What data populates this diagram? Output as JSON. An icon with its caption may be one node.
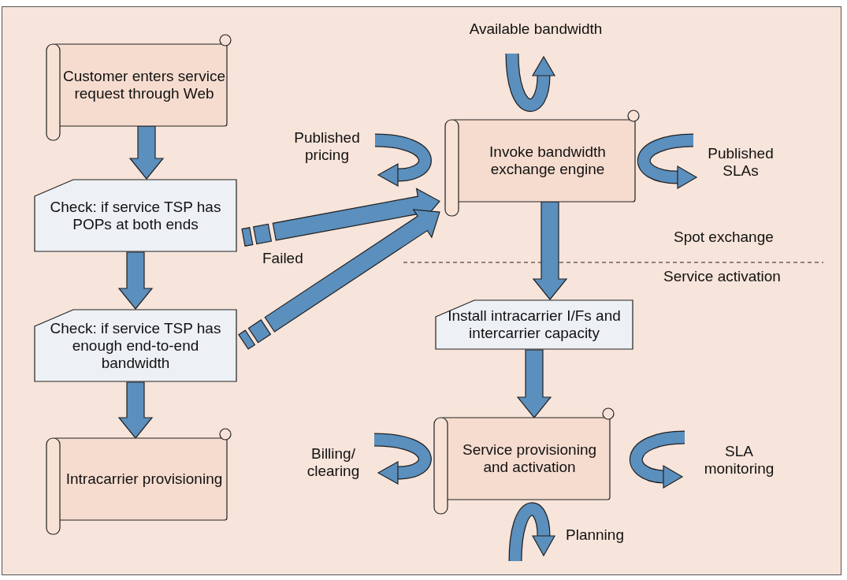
{
  "diagram": {
    "nodes": [
      {
        "text": [
          "Customer enters service request through Web"
        ]
      },
      {
        "text": [
          "Check: if service TSP has POPs at both ends"
        ]
      },
      {
        "text": [
          "Check: if service TSP has enough end-to-end bandwidth"
        ]
      },
      {
        "text": [
          "Intracarrier provisioning"
        ]
      },
      {
        "text": [
          "Invoke bandwidth exchange engine"
        ]
      },
      {
        "text": [
          "Install intracarrier I/Fs and intercarrier capacity"
        ]
      },
      {
        "text": [
          "Service provisioning and activation"
        ]
      }
    ],
    "edges": [
      {
        "from": 0,
        "to": 1,
        "arrow": "to"
      },
      {
        "from": 1,
        "to": 2,
        "arrow": "to"
      },
      {
        "from": 2,
        "to": 3,
        "arrow": "to"
      },
      {
        "from": 1,
        "to": 4,
        "arrow": "to",
        "style": "dashed",
        "label": "Failed"
      },
      {
        "from": 2,
        "to": 4,
        "arrow": "to",
        "style": "dashed"
      },
      {
        "from": 4,
        "to": 5,
        "arrow": "to"
      },
      {
        "from": 5,
        "to": 6,
        "arrow": "to"
      }
    ],
    "labels": [
      "Available bandwidth",
      "Published pricing",
      "Published SLAs",
      "Spot exchange",
      "Service activation",
      "Billing/ clearing",
      "SLA monitoring",
      "Planning"
    ]
  }
}
